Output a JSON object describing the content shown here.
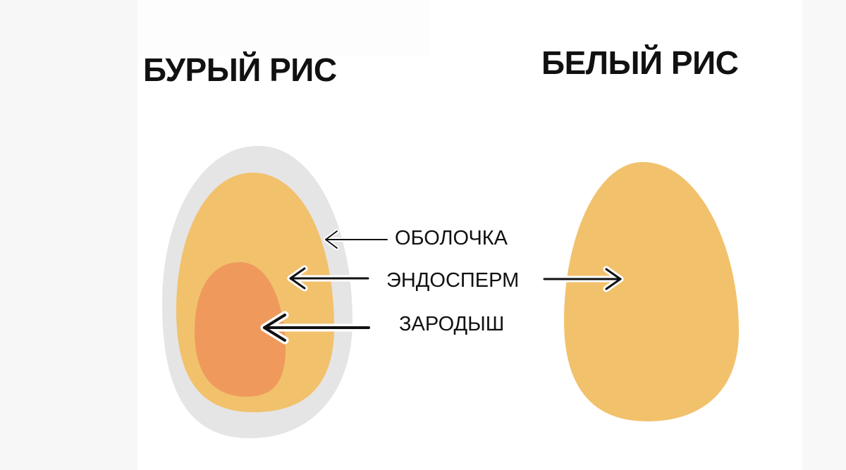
{
  "titles": {
    "brown_rice": "БУРЫЙ РИС",
    "white_rice": "БЕЛЫЙ РИС"
  },
  "labels": {
    "shell": "ОБОЛОЧКА",
    "endosperm": "ЭНДОСПЕРМ",
    "germ": "ЗАРОДЫШ"
  },
  "colors": {
    "shell": "#e5e5e5",
    "endosperm": "#f2c16c",
    "germ": "#ef9a5c",
    "arrow": "#111111",
    "text": "#111111"
  }
}
